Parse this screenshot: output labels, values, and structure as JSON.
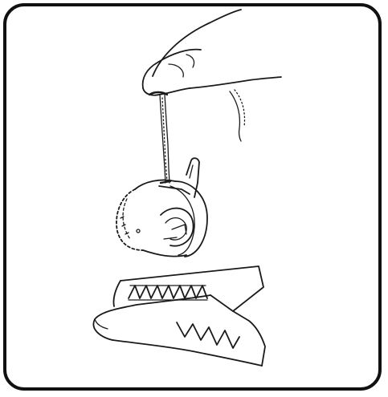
{
  "figure": {
    "frame_style": "rounded-border",
    "ink_color": "#1a1a1a",
    "background_color": "#ffffff",
    "parts": [
      {
        "name": "hand",
        "icon": "hand-icon"
      },
      {
        "name": "bobbin-thread",
        "icon": "thread-icon"
      },
      {
        "name": "bobbin-case",
        "icon": "bobbin-case-icon"
      },
      {
        "name": "folded-fabric-with-zigzag-stitching",
        "icon": "fabric-icon"
      }
    ]
  }
}
